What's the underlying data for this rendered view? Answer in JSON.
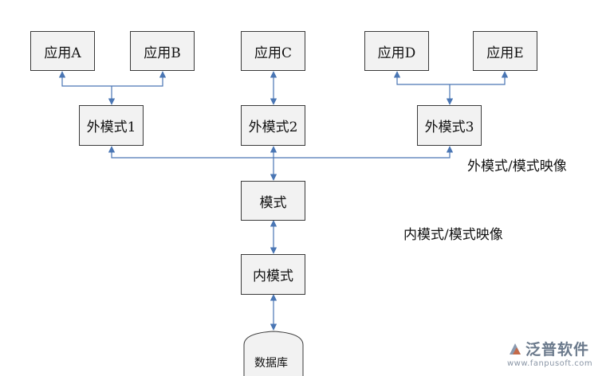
{
  "apps": {
    "a": "应用A",
    "b": "应用B",
    "c": "应用C",
    "d": "应用D",
    "e": "应用E"
  },
  "external_schemas": {
    "s1": "外模式1",
    "s2": "外模式2",
    "s3": "外模式3"
  },
  "schema": "模式",
  "internal_schema": "内模式",
  "database": "数据库",
  "mappings": {
    "external": "外模式/模式映像",
    "internal": "内模式/模式映像"
  },
  "watermark": {
    "name": "泛普软件",
    "url": "www.fanpusoft.com"
  },
  "colors": {
    "arrow": "#4a76b4",
    "box_fill": "#f2f2f2",
    "box_border": "#3a3a3a",
    "watermark": "#6b7a8c"
  }
}
